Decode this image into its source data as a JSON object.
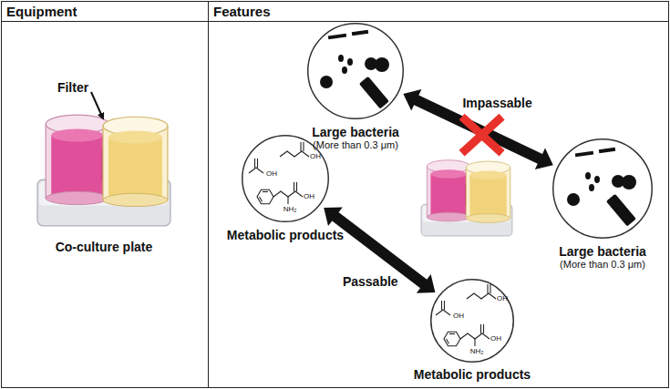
{
  "diagram": {
    "nodes": [
      {
        "text": [
          "Equipment"
        ]
      },
      {
        "text": [
          "Features"
        ]
      },
      {
        "text": [
          "Co-culture plate"
        ],
        "in": 0
      },
      {
        "text": [
          "Large bacteria",
          "(More than 0.3 μm)"
        ],
        "in": 1
      },
      {
        "text": [
          "Metabolic products"
        ],
        "in": 1
      },
      {
        "text": [
          "Large bacteria",
          "(More than 0.3 μm)"
        ],
        "in": 1
      },
      {
        "text": [
          "Metabolic products"
        ],
        "in": 1
      }
    ],
    "edges": [
      {
        "from": 3,
        "to": 5,
        "label": "Impassable",
        "arrow": "both"
      },
      {
        "from": 4,
        "to": 6,
        "label": "Passable",
        "arrow": "both"
      }
    ],
    "labels": [
      "Filter",
      "OH",
      "OH",
      "OH",
      "NH₂",
      "OH",
      "OH",
      "OH",
      "NH₂"
    ]
  }
}
